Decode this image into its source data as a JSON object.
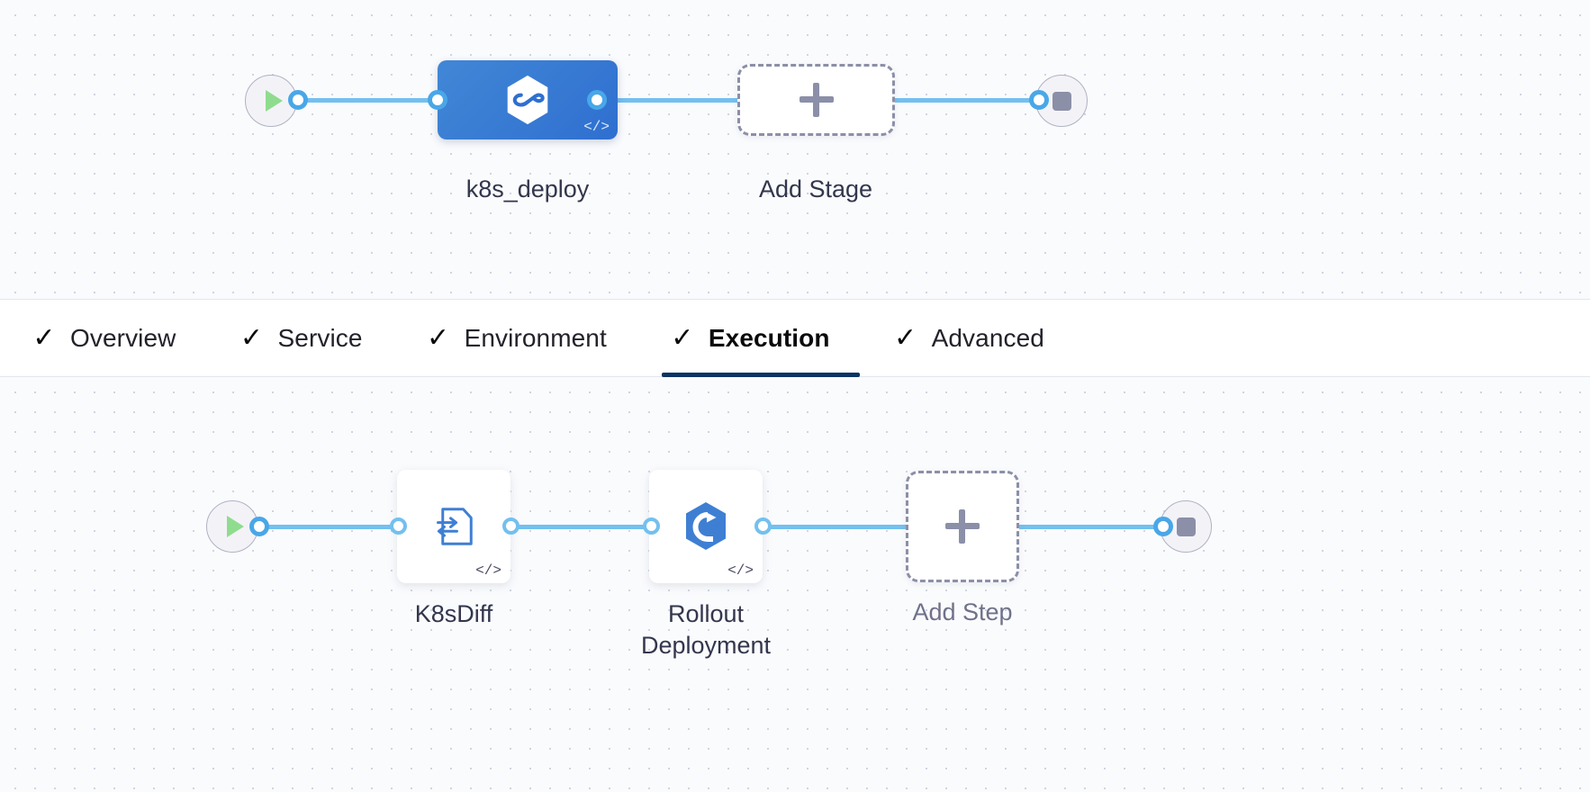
{
  "pipeline": {
    "stage_row": {
      "start_node": {
        "name": "pipeline-start",
        "icon": "play-icon"
      },
      "end_node": {
        "name": "pipeline-end",
        "icon": "stop-icon"
      },
      "nodes": [
        {
          "id": "k8s_deploy",
          "label": "k8s_deploy",
          "type": "stage",
          "icon": "harness-hexagon-infinity-icon",
          "code_badge": "</>",
          "selected": true,
          "color": "#3178d4"
        },
        {
          "id": "add_stage",
          "label": "Add Stage",
          "type": "add",
          "icon": "plus-icon"
        }
      ]
    },
    "tabs": [
      {
        "id": "overview",
        "label": "Overview",
        "check": "✓",
        "active": false
      },
      {
        "id": "service",
        "label": "Service",
        "check": "✓",
        "active": false
      },
      {
        "id": "environment",
        "label": "Environment",
        "check": "✓",
        "active": false
      },
      {
        "id": "execution",
        "label": "Execution",
        "check": "✓",
        "active": true
      },
      {
        "id": "advanced",
        "label": "Advanced",
        "check": "✓",
        "active": false
      }
    ],
    "step_row": {
      "start_node": {
        "name": "execution-start",
        "icon": "play-icon"
      },
      "end_node": {
        "name": "execution-end",
        "icon": "stop-icon"
      },
      "nodes": [
        {
          "id": "k8sdiff",
          "label": "K8sDiff",
          "type": "step",
          "icon": "k8s-diff-document-icon",
          "code_badge": "</>"
        },
        {
          "id": "rollout_deployment",
          "label": "Rollout\nDeployment",
          "type": "step",
          "icon": "rollout-hexagon-icon",
          "code_badge": "</>"
        },
        {
          "id": "add_step",
          "label": "Add Step",
          "type": "add",
          "icon": "plus-icon"
        }
      ]
    }
  },
  "theme": {
    "connector": "#73c0ef",
    "port_ring": "#49a7e8",
    "stage_blue": "#3178d4",
    "icon_blue": "#3e7fd4",
    "dashed_grey": "#8c8fa8",
    "active_tab_underline": "#0a3364",
    "canvas_bg": "#fafbfd"
  }
}
